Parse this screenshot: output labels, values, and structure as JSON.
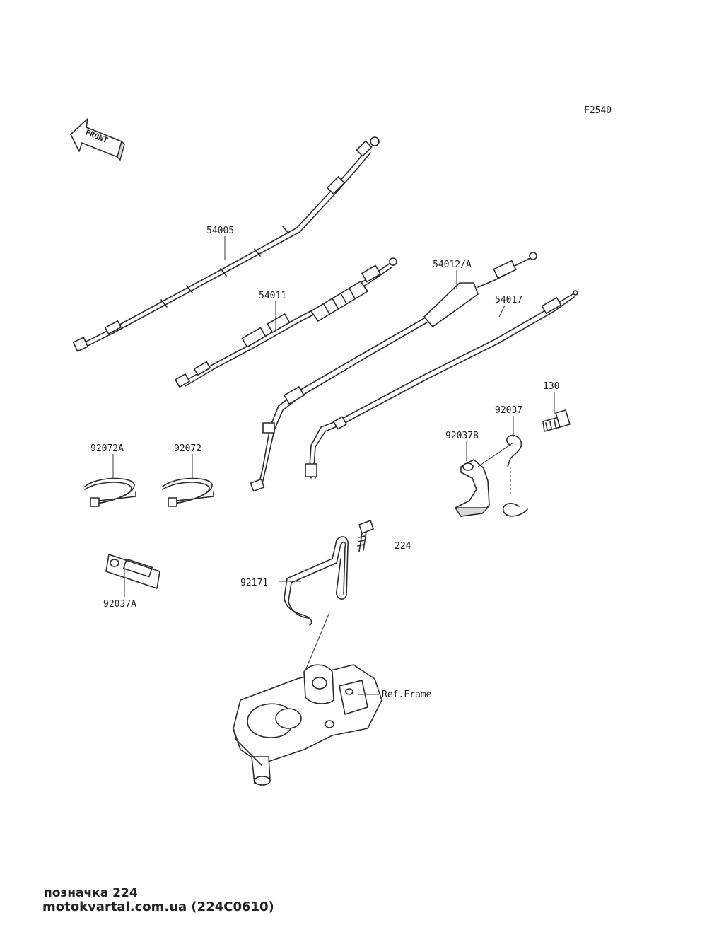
{
  "figure_code": "F2540",
  "front_arrow_text": "FRONT",
  "labels": {
    "p54005": "54005",
    "p54011": "54011",
    "p54012A": "54012/A",
    "p54017": "54017",
    "p130": "130",
    "p92037": "92037",
    "p92037B": "92037B",
    "p92072A": "92072A",
    "p92072": "92072",
    "p224": "224",
    "p92171": "92171",
    "p92037A": "92037A",
    "ref_frame": "Ref.Frame"
  },
  "footer": {
    "caption": "позначка 224",
    "source": "motokvartal.com.ua (224C0610)"
  }
}
